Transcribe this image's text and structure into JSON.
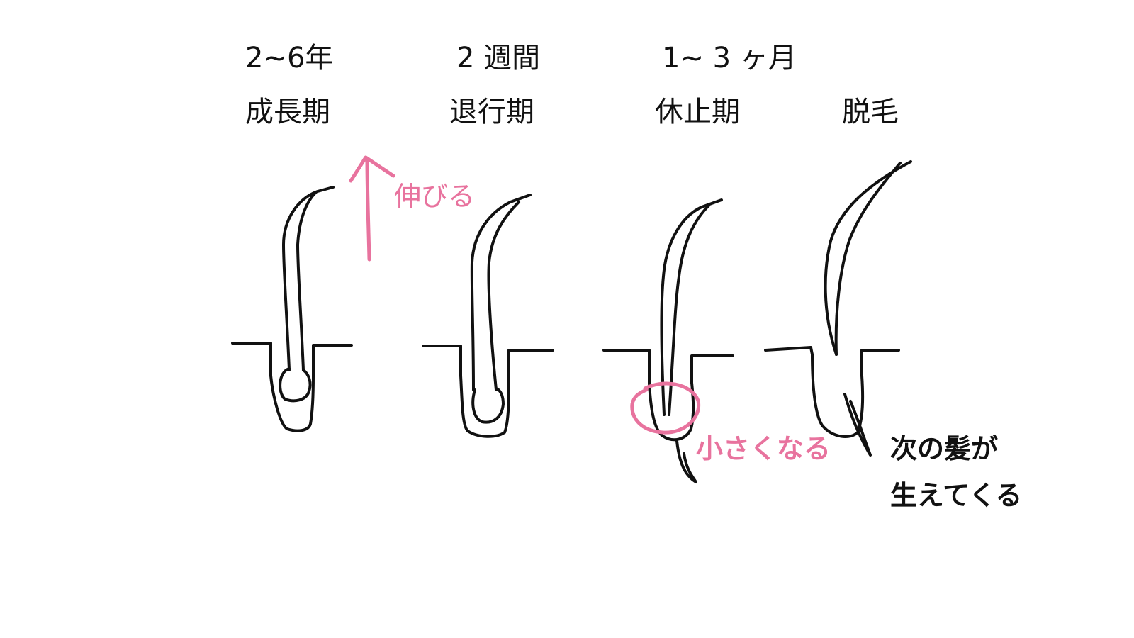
{
  "colors": {
    "ink": "#111111",
    "accent": "#e8739e",
    "background": "#ffffff"
  },
  "stages": [
    {
      "duration": "2~6年",
      "name": "成長期"
    },
    {
      "duration": "2 週間",
      "name": "退行期"
    },
    {
      "duration": "1~ 3 ヶ月",
      "name": "休止期"
    },
    {
      "duration": "",
      "name": "脱毛"
    }
  ],
  "annotations": {
    "grow": "伸びる",
    "shrink": "小さくなる",
    "next_line1": "次の髪が",
    "next_line2": "生えてくる"
  }
}
